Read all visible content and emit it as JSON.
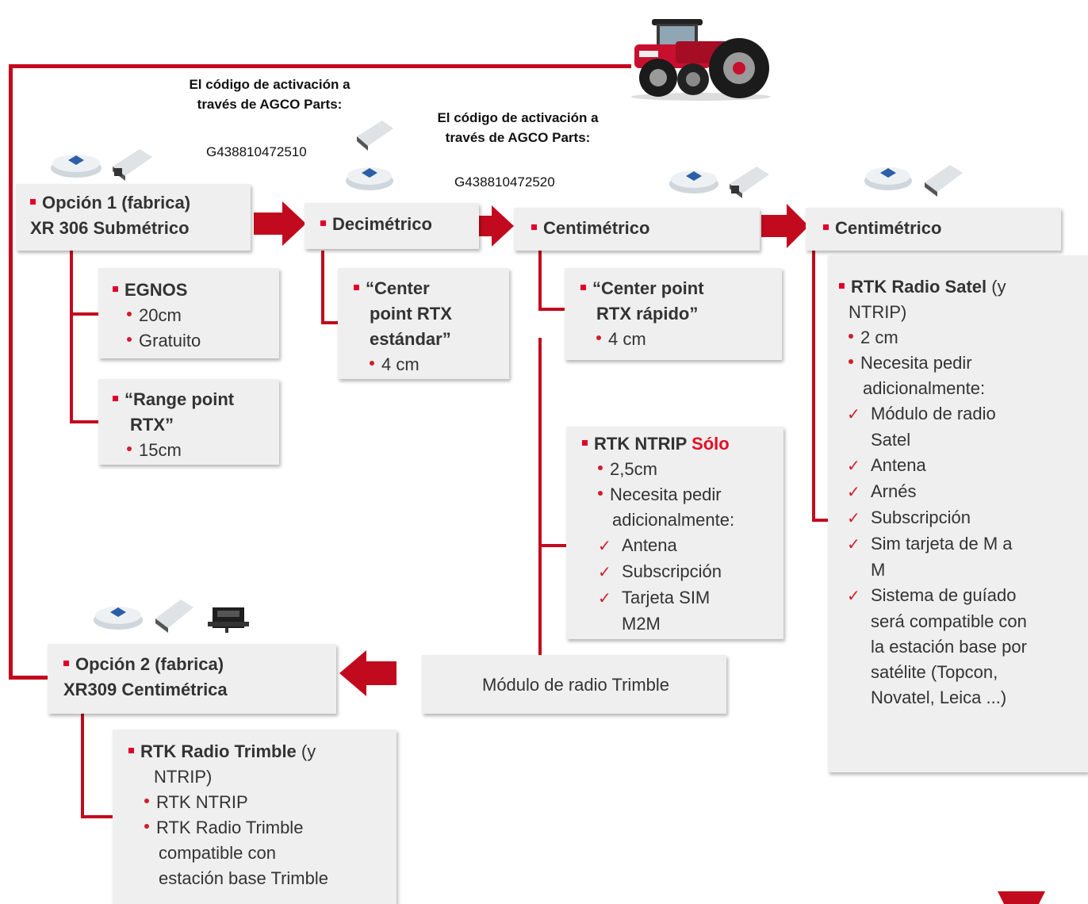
{
  "notes": {
    "left_title": "El código de activación a través de AGCO Parts:",
    "left_code": "G438810472510",
    "right_title": "El código de activación a través de AGCO Parts:",
    "right_code": "G438810472520"
  },
  "opcion1": {
    "line1": "Opción 1 (fabrica)",
    "line2": "XR 306 Submétrico"
  },
  "decimetrico": {
    "title": "Decimétrico"
  },
  "centimetrico1": {
    "title": "Centimétrico"
  },
  "centimetrico2": {
    "title": "Centimétrico"
  },
  "egnos": {
    "title": "EGNOS",
    "items": [
      "20cm",
      "Gratuito"
    ]
  },
  "range": {
    "line1": "“Range point",
    "line2": "RTX”",
    "item": "15cm"
  },
  "center_std": {
    "line1": "“Center",
    "line2": "point RTX",
    "line3": "estándar”",
    "item": "4 cm"
  },
  "center_fast": {
    "line1": "“Center point",
    "line2": "RTX rápido”",
    "item": "4 cm"
  },
  "ntrip": {
    "title": "RTK NTRIP",
    "title_red": "Sólo",
    "items": [
      "2,5cm",
      "Necesita pedir",
      "adicionalmente:"
    ],
    "checks": [
      "Antena",
      "Subscripción",
      "Tarjeta SIM",
      "M2M"
    ]
  },
  "satel": {
    "title": "RTK Radio Satel",
    "title_suffix": "(y",
    "title_line2": "NTRIP)",
    "items": [
      "2 cm",
      "Necesita pedir",
      "adicionalmente:"
    ],
    "checks": [
      "Módulo de radio",
      "Satel",
      "Antena",
      "Arnés",
      "Subscripción",
      "Sim tarjeta de M a",
      "M",
      "Sistema de guíado",
      "será compatible con",
      "la estación base por",
      "satélite (Topcon,",
      "Novatel, Leica ...)"
    ]
  },
  "radio_module": {
    "label": "Módulo de radio Trimble"
  },
  "opcion2": {
    "line1": "Opción 2 (fabrica)",
    "line2": "XR309 Centimétrica"
  },
  "trimble": {
    "title": "RTK Radio Trimble",
    "title_suffix": "(y",
    "title_line2": "NTRIP)",
    "items": [
      "RTK NTRIP",
      "RTK Radio Trimble",
      "compatible con",
      "estación base Trimble"
    ]
  },
  "colors": {
    "accent": "#c20a1e",
    "box": "#efefef"
  }
}
